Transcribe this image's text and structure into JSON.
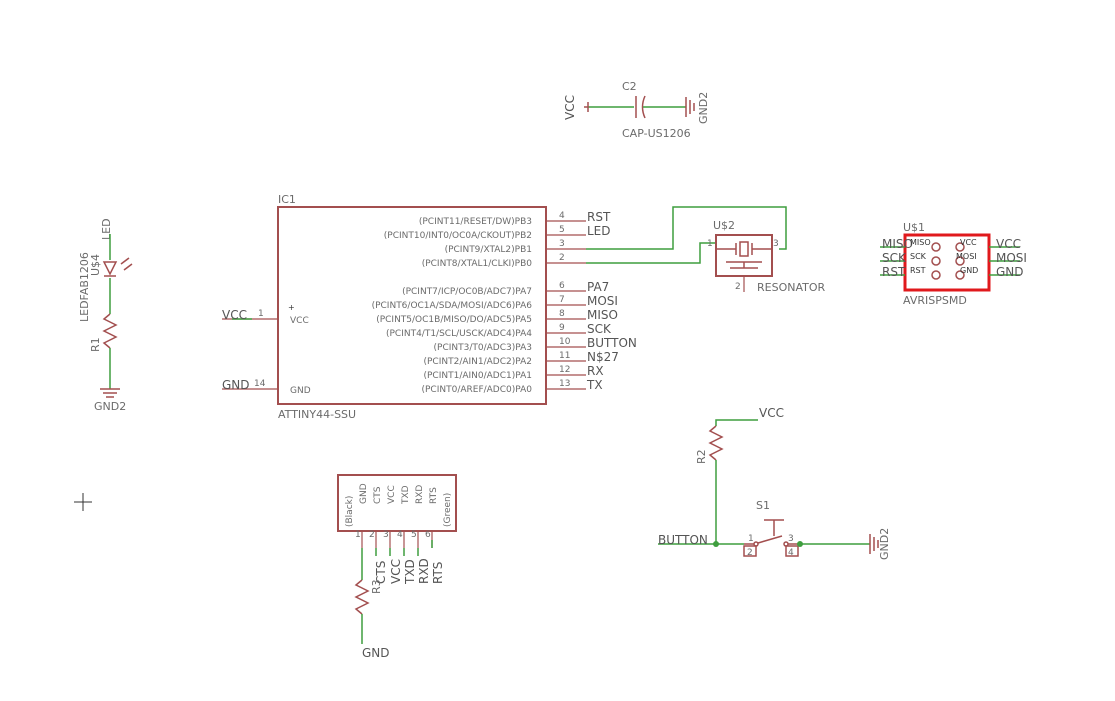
{
  "ic1": {
    "name": "IC1",
    "value": "ATTINY44-SSU",
    "vcc_pin_label": "VCC",
    "gnd_pin_label": "GND",
    "vcc_net": "VCC",
    "gnd_net": "GND",
    "vcc_pin_num": "1",
    "gnd_pin_num": "14",
    "pins_top": [
      {
        "label": "(PCINT11/RESET/DW)PB3",
        "num": "4",
        "net": "RST"
      },
      {
        "label": "(PCINT10/INT0/OC0A/CKOUT)PB2",
        "num": "5",
        "net": "LED"
      },
      {
        "label": "(PCINT9/XTAL2)PB1",
        "num": "3",
        "net": ""
      },
      {
        "label": "(PCINT8/XTAL1/CLKI)PB0",
        "num": "2",
        "net": ""
      }
    ],
    "pins_bottom": [
      {
        "label": "(PCINT7/ICP/OC0B/ADC7)PA7",
        "num": "6",
        "net": "PA7"
      },
      {
        "label": "(PCINT6/OC1A/SDA/MOSI/ADC6)PA6",
        "num": "7",
        "net": "MOSI"
      },
      {
        "label": "(PCINT5/OC1B/MISO/DO/ADC5)PA5",
        "num": "8",
        "net": "MISO"
      },
      {
        "label": "(PCINT4/T1/SCL/USCK/ADC4)PA4",
        "num": "9",
        "net": "SCK"
      },
      {
        "label": "(PCINT3/T0/ADC3)PA3",
        "num": "10",
        "net": "BUTTON"
      },
      {
        "label": "(PCINT2/AIN1/ADC2)PA2",
        "num": "11",
        "net": "N$27"
      },
      {
        "label": "(PCINT1/AIN0/ADC1)PA1",
        "num": "12",
        "net": "RX"
      },
      {
        "label": "(PCINT0/AREF/ADC0)PA0",
        "num": "13",
        "net": "TX"
      }
    ]
  },
  "c2": {
    "name": "C2",
    "value": "CAP-US1206",
    "net_left": "VCC",
    "net_right": "GND2"
  },
  "led": {
    "net_top": "LED",
    "value": "LEDFAB1206",
    "name": "U$4",
    "resistor": "R1",
    "net_bottom": "GND2"
  },
  "resonator": {
    "name": "U$2",
    "value": "RESONATOR",
    "pin1": "1",
    "pin2": "2",
    "pin3": "3"
  },
  "isp": {
    "name": "U$1",
    "value": "AVRISPSMD",
    "left_pins": [
      "MISO",
      "SCK",
      "RST"
    ],
    "right_pins": [
      "VCC",
      "MOSI",
      "GND"
    ],
    "left_nets": [
      "MISO",
      "SCK",
      "RST"
    ],
    "right_nets": [
      "VCC",
      "MOSI",
      "GND"
    ]
  },
  "button_circuit": {
    "resistor": "R2",
    "vcc_net": "VCC",
    "button_net": "BUTTON",
    "switch": "S1",
    "pins": [
      "1",
      "2",
      "3",
      "4"
    ],
    "gnd_net": "GND2"
  },
  "ftdi": {
    "labels": [
      "(Black)",
      "GND",
      "CTS",
      "VCC",
      "TXD",
      "RXD",
      "RTS",
      "(Green)"
    ],
    "pin_nums": [
      "1",
      "2",
      "3",
      "4",
      "5",
      "6"
    ],
    "nets": [
      "CTS",
      "VCC",
      "TXD",
      "RXD",
      "RTS"
    ],
    "resistor": "R3",
    "gnd_net": "GND"
  }
}
